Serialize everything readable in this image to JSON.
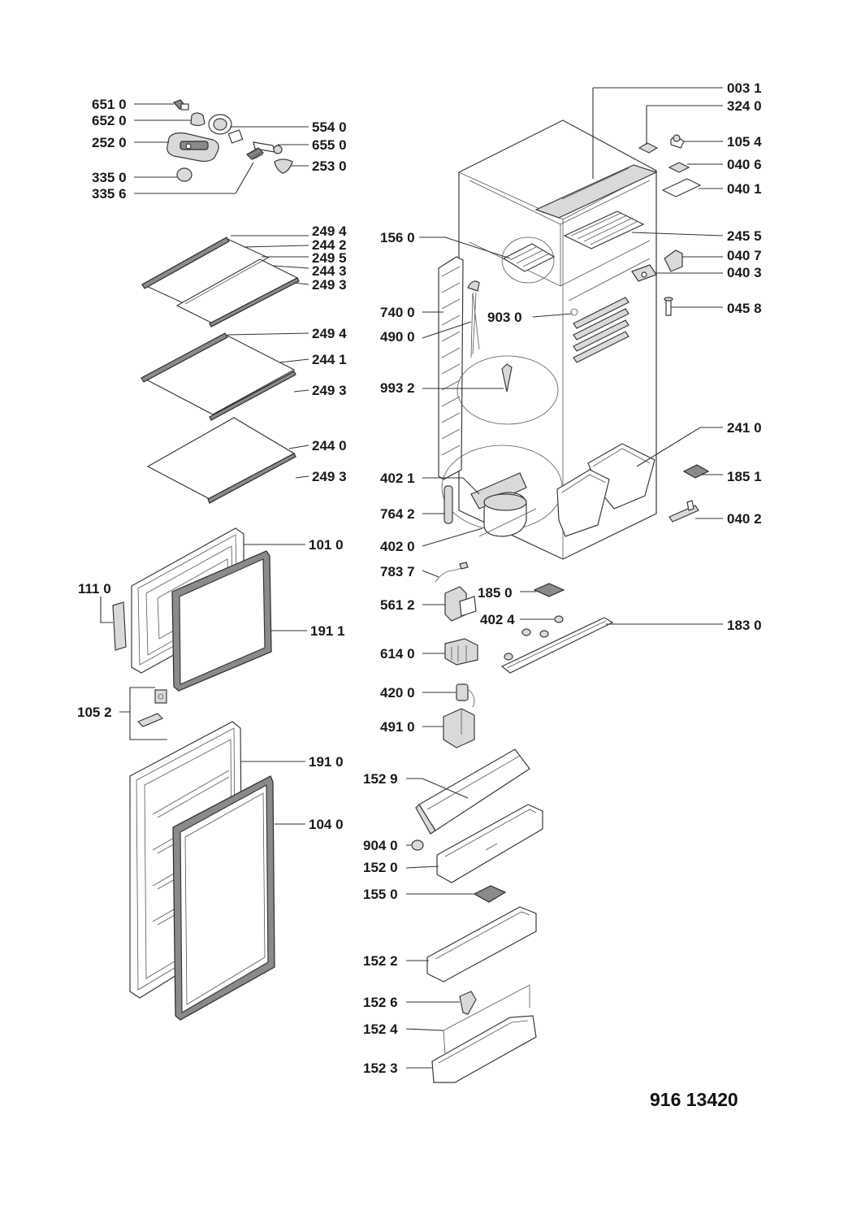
{
  "document_number": "916 13420",
  "colors": {
    "ink": "#1a1a1a",
    "line": "#333333",
    "shade": "#d9d9d9",
    "dark": "#8a8a8a"
  },
  "labels": {
    "l6510": "651 0",
    "l6520": "652 0",
    "l2520": "252 0",
    "l3350": "335 0",
    "l3356": "335 6",
    "l5540": "554 0",
    "l6550": "655 0",
    "l2530": "253 0",
    "l2494a": "249 4",
    "l2442": "244 2",
    "l2495": "249 5",
    "l2443": "244 3",
    "l2493a": "249 3",
    "l2494b": "249 4",
    "l2441": "244 1",
    "l2493b": "249 3",
    "l2440": "244 0",
    "l2493c": "249 3",
    "l1010": "101 0",
    "l1110": "111 0",
    "l1911": "191 1",
    "l1052": "105 2",
    "l1910": "191 0",
    "l1040": "104 0",
    "l0031": "003 1",
    "l3240": "324 0",
    "l1054": "105 4",
    "l0406": "040 6",
    "l0401": "040 1",
    "l2455": "245 5",
    "l0407": "040 7",
    "l0403": "040 3",
    "l0458": "045 8",
    "l1560": "156 0",
    "l7400": "740 0",
    "l4900": "490 0",
    "l9030": "903 0",
    "l9932": "993 2",
    "l2410": "241 0",
    "l4021": "402 1",
    "l1851": "185 1",
    "l7642": "764 2",
    "l0402": "040 2",
    "l4020": "402 0",
    "l7837": "783 7",
    "l1850": "185 0",
    "l5612": "561 2",
    "l4024": "402 4",
    "l1830": "183 0",
    "l6140": "614 0",
    "l4200": "420 0",
    "l4910": "491 0",
    "l1529": "152 9",
    "l9040": "904 0",
    "l1520": "152 0",
    "l1550": "155 0",
    "l1522": "152 2",
    "l1526": "152 6",
    "l1524": "152 4",
    "l1523": "152 3"
  }
}
